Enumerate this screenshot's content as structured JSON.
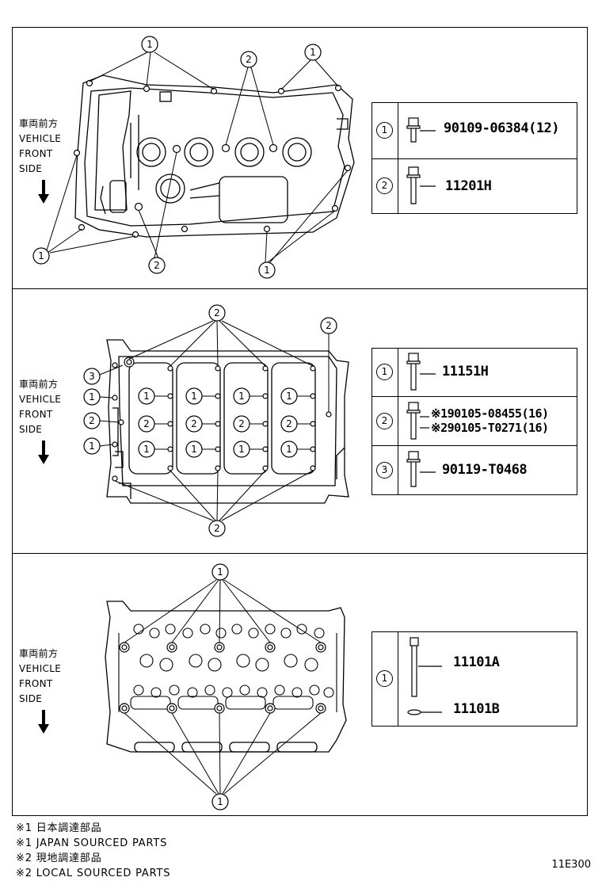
{
  "direction_label": {
    "jp": "車両前方",
    "en_1": "VEHICLE",
    "en_2": "FRONT",
    "en_3": "SIDE"
  },
  "callouts": {
    "one": "1",
    "two": "2",
    "three": "3"
  },
  "panels": [
    {
      "legend": [
        {
          "index": "1",
          "part_number": "90109-06384(12)"
        },
        {
          "index": "2",
          "part_number": "11201H"
        }
      ]
    },
    {
      "legend": [
        {
          "index": "1",
          "part_number": "11151H"
        },
        {
          "index": "2",
          "part_number_a": "※190105-08455(16)",
          "part_number_b": "※290105-T0271(16)"
        },
        {
          "index": "3",
          "part_number": "90119-T0468"
        }
      ]
    },
    {
      "legend": [
        {
          "index": "1",
          "part_number_a": "11101A",
          "part_number_b": "11101B"
        }
      ]
    }
  ],
  "notes": [
    "※1 日本調達部品",
    "※1 JAPAN SOURCED PARTS",
    "※2 現地調達部品",
    "※2 LOCAL SOURCED PARTS"
  ],
  "diagram_code": "11E300"
}
